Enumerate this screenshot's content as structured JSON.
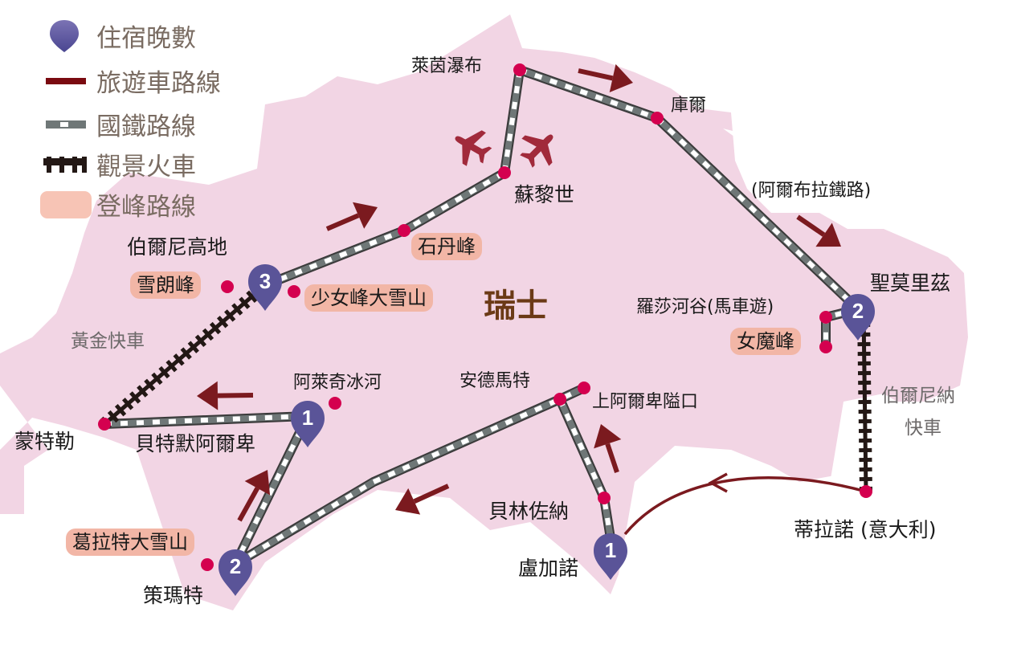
{
  "legend": {
    "items": [
      {
        "icon": "pin-icon",
        "label": "住宿晚數"
      },
      {
        "icon": "tour-bus-line-icon",
        "label": "旅遊車路線"
      },
      {
        "icon": "national-rail-line-icon",
        "label": "國鐵路線"
      },
      {
        "icon": "scenic-train-line-icon",
        "label": "觀景火車"
      },
      {
        "icon": "summit-route-swatch-icon",
        "label": "登峰路線"
      }
    ]
  },
  "country_label": "瑞士",
  "stations": {
    "rhine_falls": "萊茵瀑布",
    "chur": "庫爾",
    "zurich": "蘇黎世",
    "bernina_express_note": "(阿爾布拉鐵路)",
    "st_moritz": "聖莫里茲",
    "roseg_valley": "羅莎河谷(馬車遊)",
    "bernese_oberland": "伯爾尼高地",
    "montreux": "蒙特勒",
    "bettmeralp": "貝特默阿爾卑",
    "aletsch_glacier": "阿萊奇冰河",
    "andermatt": "安德馬特",
    "oberalp_pass": "上阿爾卑隘口",
    "bellinzona": "貝林佐納",
    "lugano": "盧加諾",
    "zermatt": "策瑪特",
    "tirano": "蒂拉諾 (意大利)"
  },
  "peaks": {
    "stanserhorn": "石丹峰",
    "schilthorn": "雪朗峰",
    "jungfrau": "少女峰大雪山",
    "diavolezza": "女魔峰",
    "gornergrat": "葛拉特大雪山"
  },
  "train_names": {
    "golden_pass": "黃金快車",
    "bernina_line1": "伯爾尼納",
    "bernina_line2": "快車"
  },
  "pins": {
    "bernese_oberland_nights": "3",
    "st_moritz_nights": "2",
    "bettmeralp_nights": "1",
    "lugano_nights": "1",
    "zermatt_nights": "2"
  },
  "colors": {
    "land": "#f2d5e4",
    "pin": "#5a5498",
    "station_dot": "#d4004f",
    "rail_dark": "#3a3a3a",
    "rail_grey": "#6f7777",
    "scenic": "#231815",
    "arrow": "#7b1a1f",
    "plane": "#a12a3b",
    "peak_bg": "#f2b6a6",
    "legend_text": "#7a6c62",
    "country_text": "#6b3a16"
  }
}
